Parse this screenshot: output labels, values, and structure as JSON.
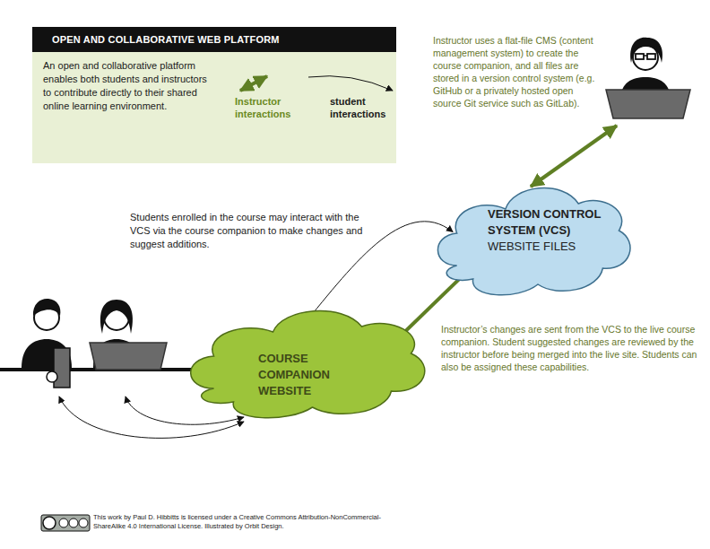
{
  "diagram": {
    "title": "OPEN AND COLLABORATIVE WEB PLATFORM",
    "nodes": [
      {
        "text": [
          "VERSION CONTROL SYSTEM (VCS)",
          "WEBSITE FILES"
        ]
      },
      {
        "text": [
          "COURSE COMPANION WEBSITE"
        ]
      }
    ],
    "edges": [
      {
        "from": 0,
        "to": 1,
        "arrow": "both"
      },
      {
        "from": 1,
        "to": 0,
        "arrow": "both"
      }
    ],
    "labels": [
      "An open and collaborative platform enables both students and instructors to contribute directly to their shared online learning environment.",
      "Instructor uses a flat-file CMS (content management system) to create the course companion, and all files are stored in a version control system (e.g. GitHub or a privately hosted open source Git service such as GitLab).",
      "Students enrolled in the course may interact with the VCS via the course companion to make changes and suggest additions.",
      "Instructor’s changes are sent from the VCS to the live course companion. Student suggested changes are reviewed by the instructor before being merged into the live site. Students can also be assigned these capabilities.",
      "This work by Paul D. Hibbitts is licensed under a Creative Commons Attribution-NonCommercial-ShareAlike 4.0 International License. Illustrated by Orbit Design."
    ],
    "legend": [
      {
        "text": "Instructor interactions"
      },
      {
        "text": "student interactions"
      }
    ]
  }
}
